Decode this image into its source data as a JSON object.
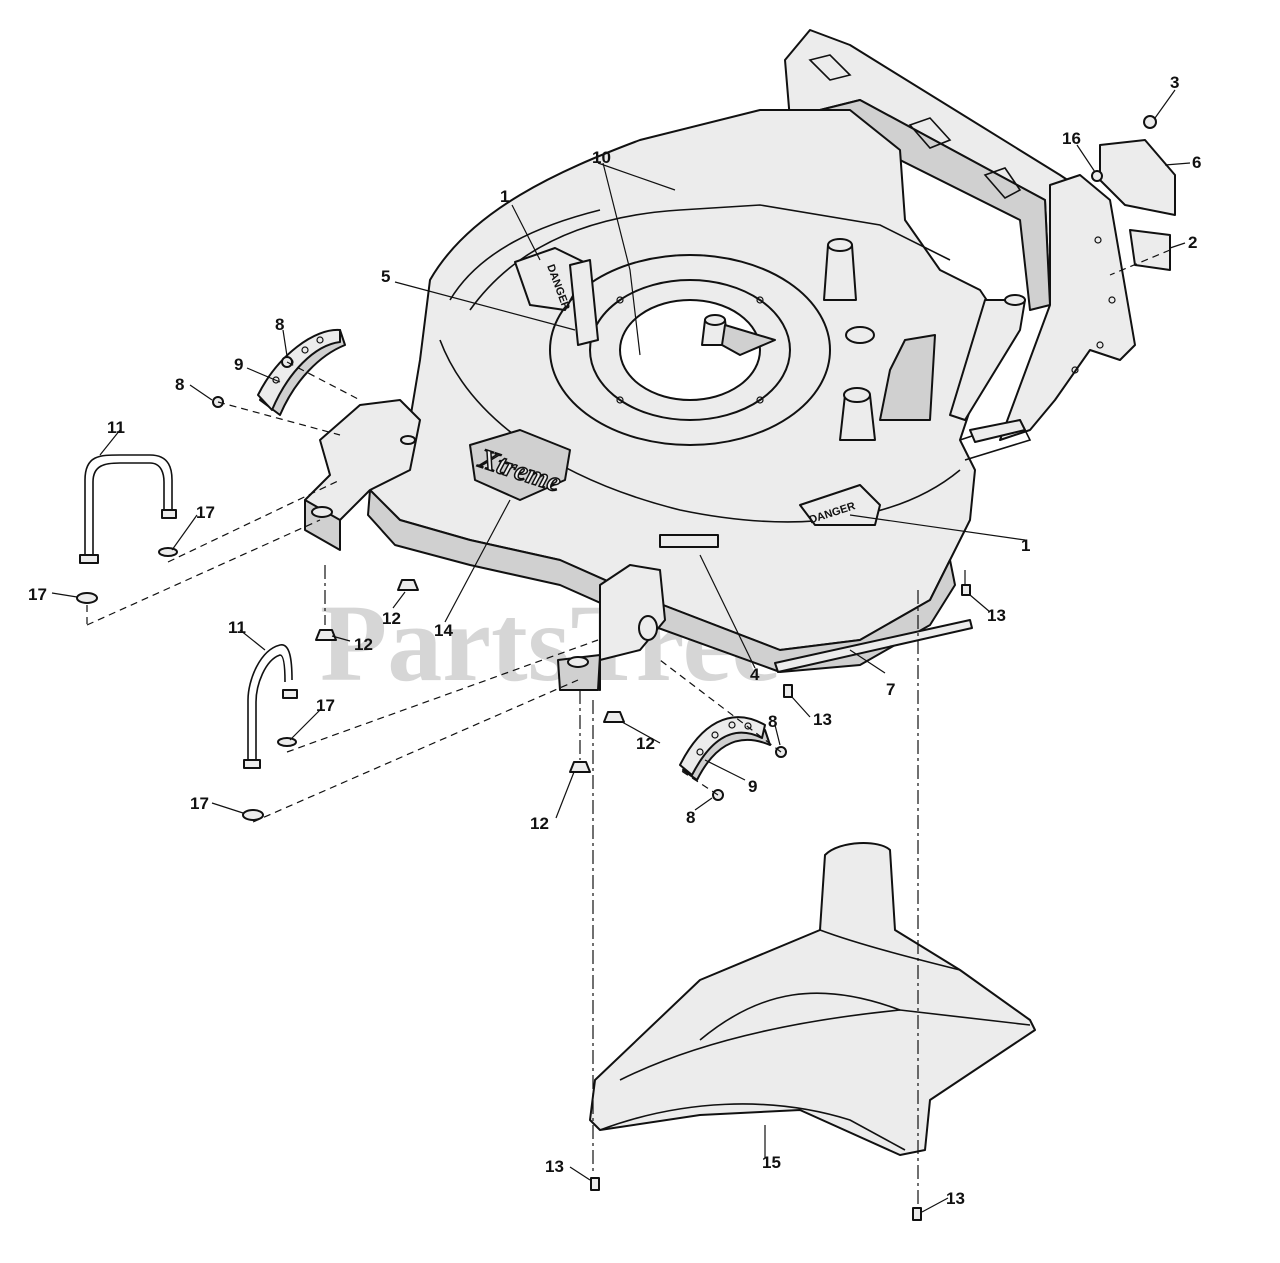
{
  "diagram": {
    "watermark": "PartsTree",
    "decals": {
      "danger_top": "DANGER",
      "danger_right": "DANGER",
      "brand_logo": "Xtreme"
    },
    "callouts": [
      {
        "id": "c1a",
        "text": "1"
      },
      {
        "id": "c1b",
        "text": "1"
      },
      {
        "id": "c2",
        "text": "2"
      },
      {
        "id": "c3",
        "text": "3"
      },
      {
        "id": "c4",
        "text": "4"
      },
      {
        "id": "c5",
        "text": "5"
      },
      {
        "id": "c6",
        "text": "6"
      },
      {
        "id": "c7",
        "text": "7"
      },
      {
        "id": "c8a",
        "text": "8"
      },
      {
        "id": "c8b",
        "text": "8"
      },
      {
        "id": "c8c",
        "text": "8"
      },
      {
        "id": "c8d",
        "text": "8"
      },
      {
        "id": "c9a",
        "text": "9"
      },
      {
        "id": "c9b",
        "text": "9"
      },
      {
        "id": "c10",
        "text": "10"
      },
      {
        "id": "c11a",
        "text": "11"
      },
      {
        "id": "c11b",
        "text": "11"
      },
      {
        "id": "c12a",
        "text": "12"
      },
      {
        "id": "c12b",
        "text": "12"
      },
      {
        "id": "c12c",
        "text": "12"
      },
      {
        "id": "c12d",
        "text": "12"
      },
      {
        "id": "c13a",
        "text": "13"
      },
      {
        "id": "c13b",
        "text": "13"
      },
      {
        "id": "c13c",
        "text": "13"
      },
      {
        "id": "c13d",
        "text": "13"
      },
      {
        "id": "c14",
        "text": "14"
      },
      {
        "id": "c15",
        "text": "15"
      },
      {
        "id": "c16",
        "text": "16"
      },
      {
        "id": "c17a",
        "text": "17"
      },
      {
        "id": "c17b",
        "text": "17"
      },
      {
        "id": "c17c",
        "text": "17"
      },
      {
        "id": "c17d",
        "text": "17"
      }
    ]
  }
}
